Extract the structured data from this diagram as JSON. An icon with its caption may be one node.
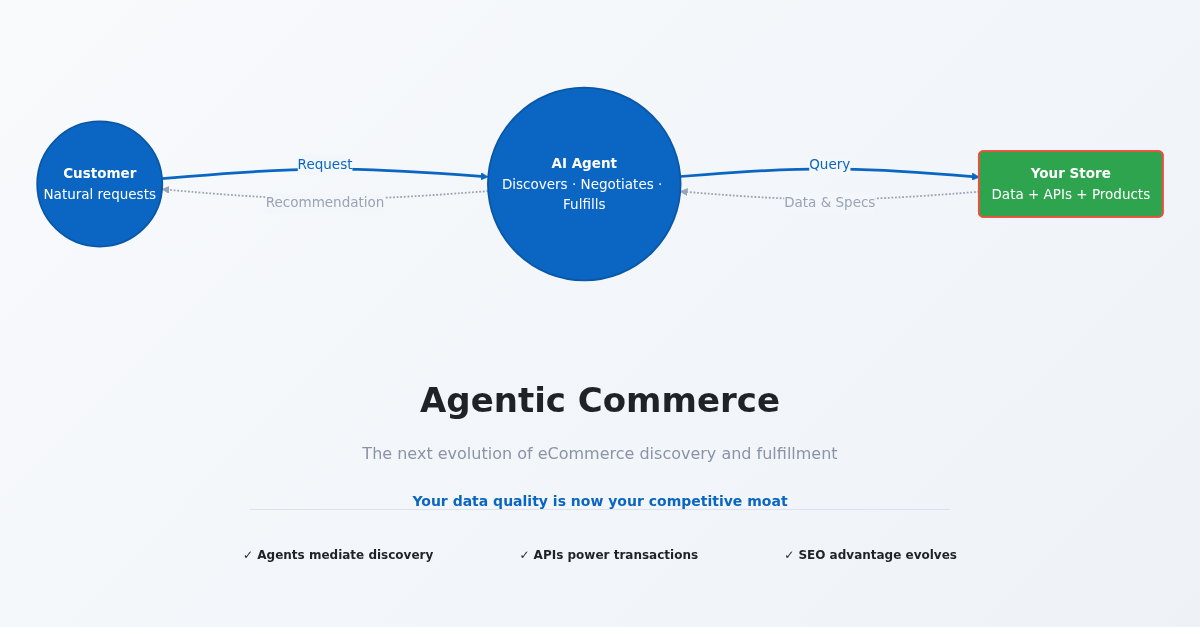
{
  "diagram": {
    "title": "Agentic Commerce",
    "caption": "The next evolution of eCommerce discovery and fulfillment",
    "nodes": [
      {
        "text": [
          "Customer",
          "Natural requests"
        ]
      },
      {
        "text": [
          "AI Agent",
          "Discovers · Negotiates · Fulfills"
        ]
      },
      {
        "text": [
          "Your Store",
          "Data + APIs + Products"
        ]
      }
    ],
    "edges": [
      {
        "from": 0,
        "to": 1,
        "arrow": "to",
        "label": "Request",
        "color": "#0a66c2"
      },
      {
        "from": 1,
        "to": 0,
        "arrow": "to",
        "label": "Recommendation",
        "style": "dashed",
        "color": "#9aa3b5"
      },
      {
        "from": 1,
        "to": 2,
        "arrow": "to",
        "label": "Query",
        "color": "#0a66c2"
      },
      {
        "from": 2,
        "to": 1,
        "arrow": "to",
        "label": "Data & Specs",
        "style": "dashed",
        "color": "#9aa3b5"
      }
    ],
    "labels": [
      "Your data quality is now your competitive moat",
      "✓ Agents mediate discovery",
      "✓ APIs power transactions",
      "✓ SEO advantage evolves"
    ]
  }
}
